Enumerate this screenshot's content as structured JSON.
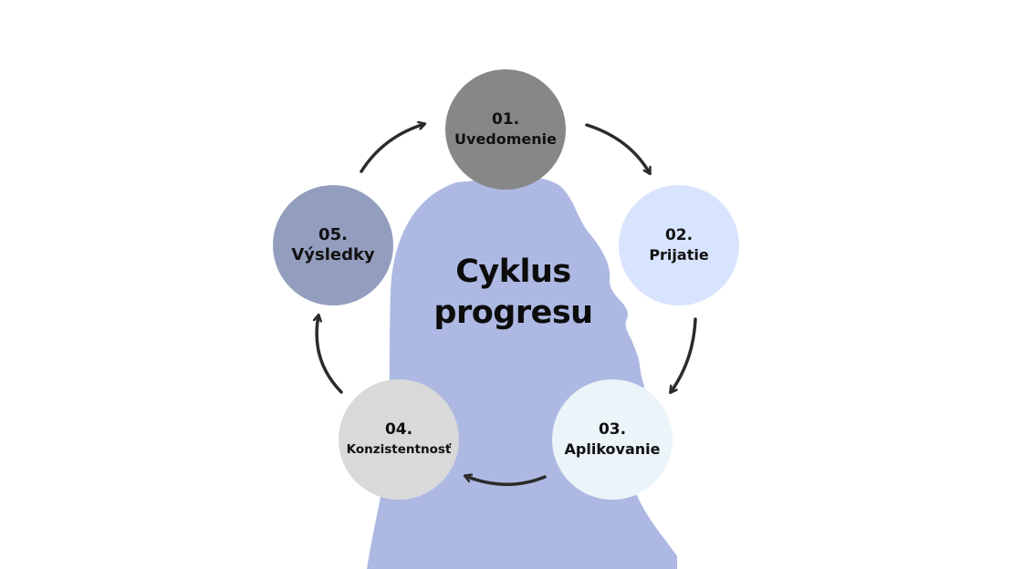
{
  "diagram": {
    "title": "Cyklus\nprogresu",
    "colors": {
      "silhouette": "#adb9e2",
      "arrows": "#2b2b2b"
    },
    "steps": [
      {
        "number": "01.",
        "label": "Uvedomenie",
        "color": "#878787"
      },
      {
        "number": "02.",
        "label": "Prijatie",
        "color": "#d8e4fd"
      },
      {
        "number": "03.",
        "label": "Aplikovanie",
        "color": "#eaf4f9"
      },
      {
        "number": "04.",
        "label": "Konzistentnosť",
        "color": "#d9d9d9"
      },
      {
        "number": "05.",
        "label": "Výsledky",
        "color": "#939ebf"
      }
    ]
  }
}
